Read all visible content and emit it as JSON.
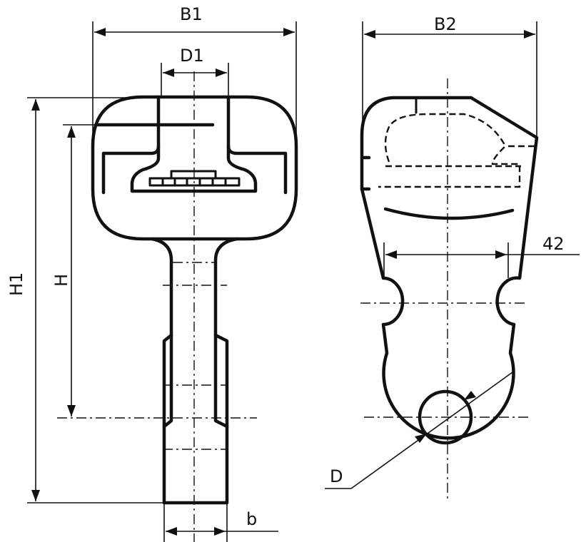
{
  "labels": {
    "b1": "B1",
    "d1": "D1",
    "b2": "B2",
    "h1": "H1",
    "h": "H",
    "b": "b",
    "dim42": "42",
    "d": "D"
  }
}
